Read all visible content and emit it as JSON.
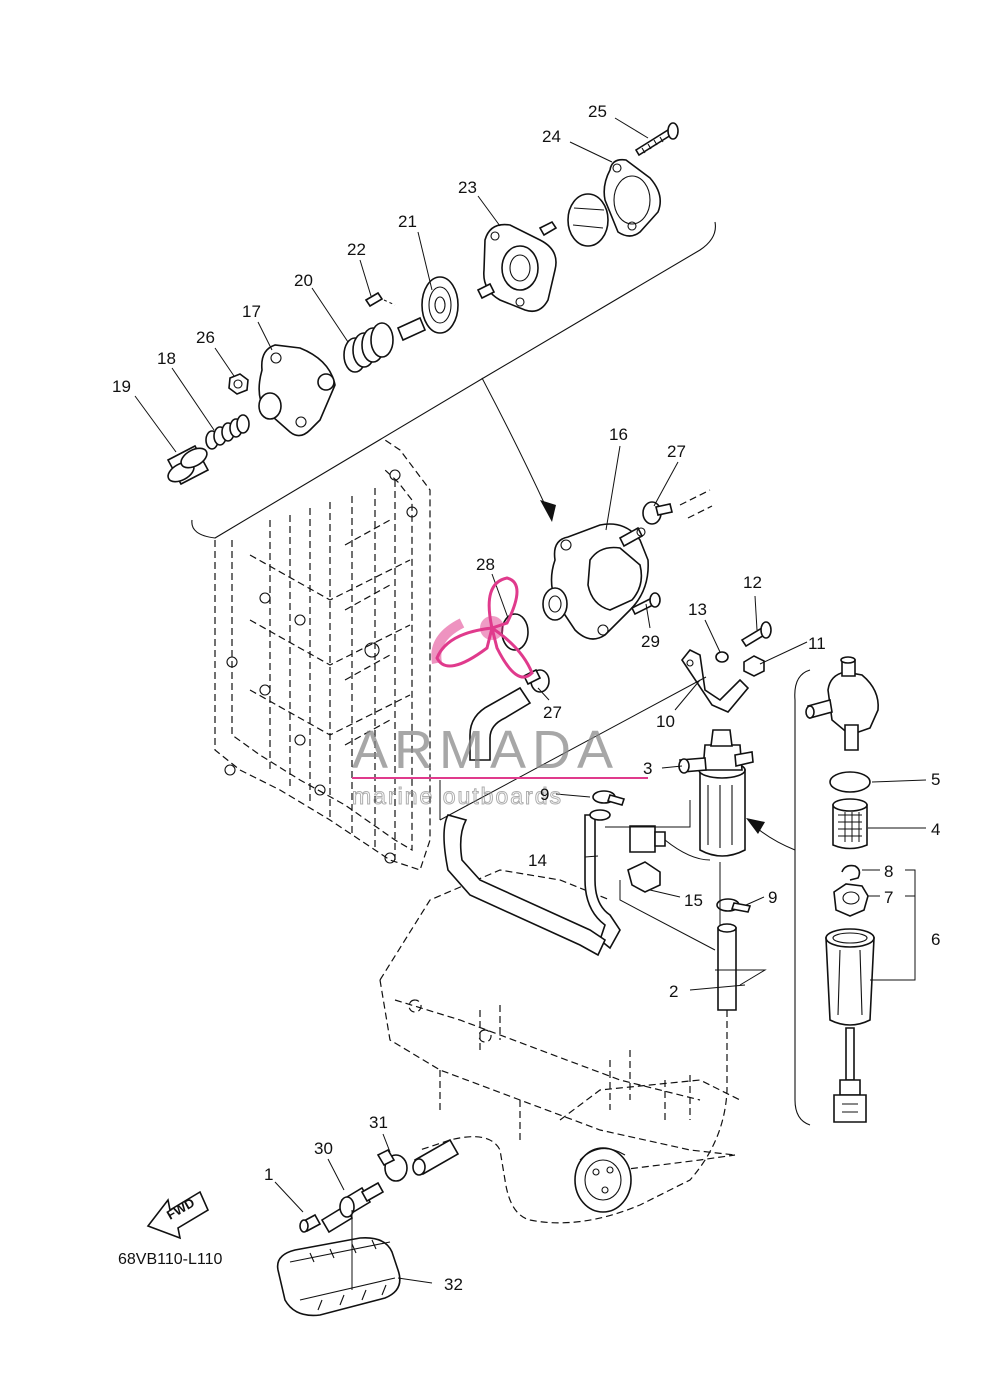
{
  "diagram_code": "68VB110-L110",
  "direction_label": "FWD",
  "watermark": {
    "brand": "ARMADA",
    "tagline": "marine outboards",
    "accent_color": "#e03a8c",
    "text_color": "#8a8a8a"
  },
  "callouts": {
    "c1": "1",
    "c2": "2",
    "c3": "3",
    "c4": "4",
    "c5": "5",
    "c6": "6",
    "c7": "7",
    "c8": "8",
    "c9a": "9",
    "c9b": "9",
    "c10": "10",
    "c11": "11",
    "c12": "12",
    "c13": "13",
    "c14": "14",
    "c15": "15",
    "c16": "16",
    "c17": "17",
    "c18": "18",
    "c19": "19",
    "c20": "20",
    "c21": "21",
    "c22": "22",
    "c23": "23",
    "c24": "24",
    "c25": "25",
    "c26": "26",
    "c27a": "27",
    "c27b": "27",
    "c28": "28",
    "c29": "29",
    "c30": "30",
    "c31": "31",
    "c32": "32"
  }
}
